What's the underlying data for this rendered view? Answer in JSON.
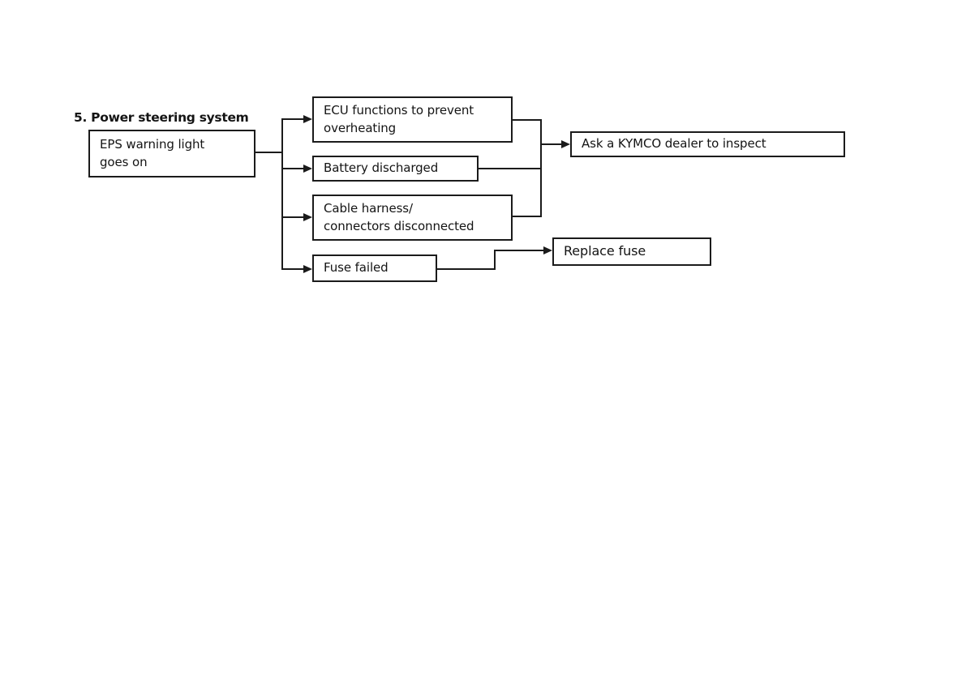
{
  "diagram": {
    "title": "5. Power steering system",
    "line_color": "#1b1b1b",
    "background_color": "#ffffff",
    "nodes": {
      "eps_warning": {
        "label": "EPS warning light\ngoes on"
      },
      "ecu_overheat": {
        "label": "ECU  functions to prevent\noverheating"
      },
      "battery_discharged": {
        "label": "Battery discharged"
      },
      "cable_harness": {
        "label": "Cable harness/\nconnectors disconnected"
      },
      "fuse_failed": {
        "label": "Fuse failed"
      },
      "ask_dealer": {
        "label": "Ask a KYMCO dealer to inspect"
      },
      "replace_fuse": {
        "label": "Replace fuse"
      }
    },
    "edges": [
      {
        "from": "eps_warning",
        "to": "ecu_overheat"
      },
      {
        "from": "eps_warning",
        "to": "battery_discharged"
      },
      {
        "from": "eps_warning",
        "to": "cable_harness"
      },
      {
        "from": "eps_warning",
        "to": "fuse_failed"
      },
      {
        "from": "ecu_overheat",
        "to": "ask_dealer"
      },
      {
        "from": "battery_discharged",
        "to": "ask_dealer"
      },
      {
        "from": "cable_harness",
        "to": "ask_dealer"
      },
      {
        "from": "fuse_failed",
        "to": "replace_fuse"
      }
    ]
  }
}
